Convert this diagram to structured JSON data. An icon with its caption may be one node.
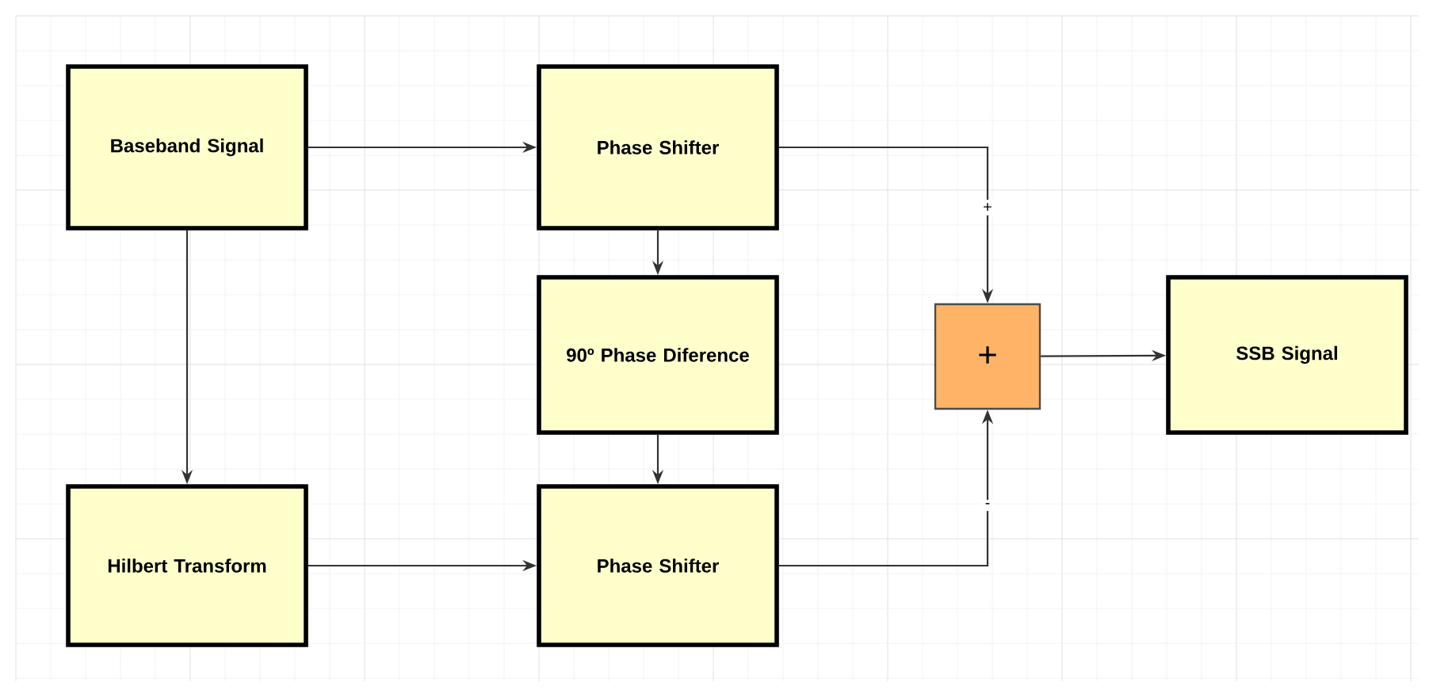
{
  "diagram": {
    "nodes": [
      {
        "text": [
          "Baseband Signal"
        ]
      },
      {
        "text": [
          "Phase Shifter"
        ]
      },
      {
        "text": [
          "90º Phase Diference"
        ]
      },
      {
        "text": [
          "Hilbert Transform"
        ]
      },
      {
        "text": [
          "Phase Shifter"
        ]
      },
      {
        "text": [
          "+"
        ]
      },
      {
        "text": [
          "SSB Signal"
        ]
      }
    ],
    "edges": [
      {
        "from": 0,
        "to": 1,
        "arrow": "to"
      },
      {
        "from": 0,
        "to": 3,
        "arrow": "to"
      },
      {
        "from": 1,
        "to": 2,
        "arrow": "to"
      },
      {
        "from": 2,
        "to": 4,
        "arrow": "to"
      },
      {
        "from": 3,
        "to": 4,
        "arrow": "to"
      },
      {
        "from": 1,
        "to": 5,
        "arrow": "to",
        "label": "+"
      },
      {
        "from": 4,
        "to": 5,
        "arrow": "to",
        "label": "-"
      },
      {
        "from": 5,
        "to": 6,
        "arrow": "to"
      }
    ]
  }
}
